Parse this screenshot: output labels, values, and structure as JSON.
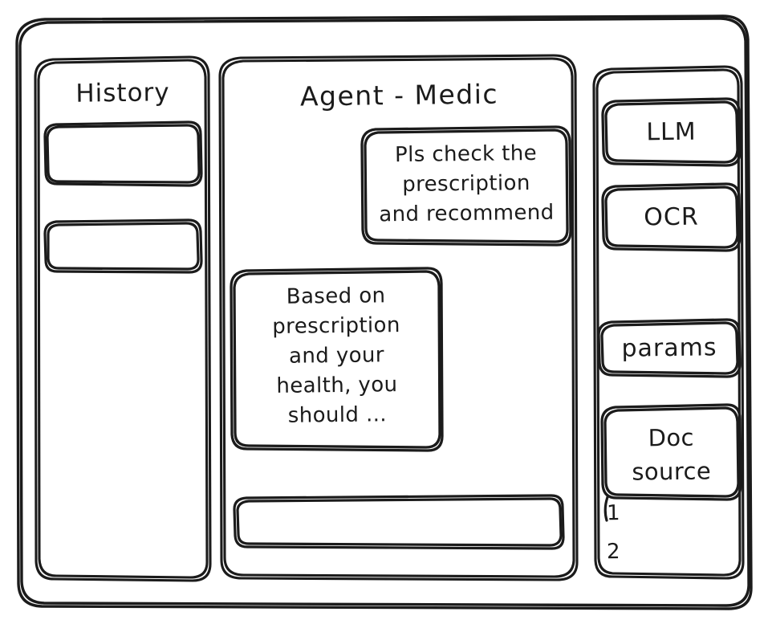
{
  "window": {
    "name": "agent-medic-wireframe"
  },
  "sidebar_left": {
    "title": "History",
    "items": [
      {
        "label": "",
        "name": "history-item-1"
      },
      {
        "label": "",
        "name": "history-item-2"
      }
    ]
  },
  "main": {
    "title": "Agent - Medic",
    "messages": [
      {
        "role": "user",
        "text": "Pls check the\nprescription\nand recommend"
      },
      {
        "role": "assistant",
        "text": "Based on\nprescription\nand your\nhealth, you\nshould ..."
      }
    ],
    "composer": {
      "value": "",
      "placeholder": ""
    }
  },
  "sidebar_right": {
    "tools": [
      {
        "label": "LLM"
      },
      {
        "label": "OCR"
      },
      {
        "label": "params"
      },
      {
        "label": "Doc\nsource"
      }
    ],
    "doc_list": [
      {
        "label": "1"
      },
      {
        "label": "2"
      }
    ]
  },
  "style": {
    "stroke": "#1b1b1b",
    "background": "#ffffff"
  }
}
